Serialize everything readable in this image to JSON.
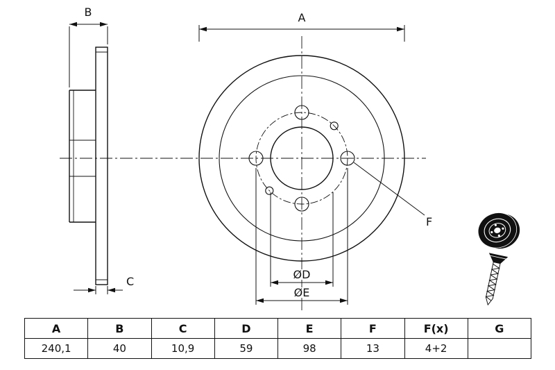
{
  "page": {
    "background": "#ffffff",
    "line_color": "#111111"
  },
  "drawing": {
    "dim_a_label": "A",
    "dim_b_label": "B",
    "dim_c_label": "C",
    "dim_d_label": "ØD",
    "dim_e_label": "ØE",
    "dim_f_label": "F",
    "icons": [
      "brake-disc-3d-icon",
      "mounting-screw-icon"
    ]
  },
  "table": {
    "headers": [
      "A",
      "B",
      "C",
      "D",
      "E",
      "F",
      "F(x)",
      "G"
    ],
    "values": [
      "240,1",
      "40",
      "10,9",
      "59",
      "98",
      "13",
      "4+2",
      ""
    ]
  }
}
